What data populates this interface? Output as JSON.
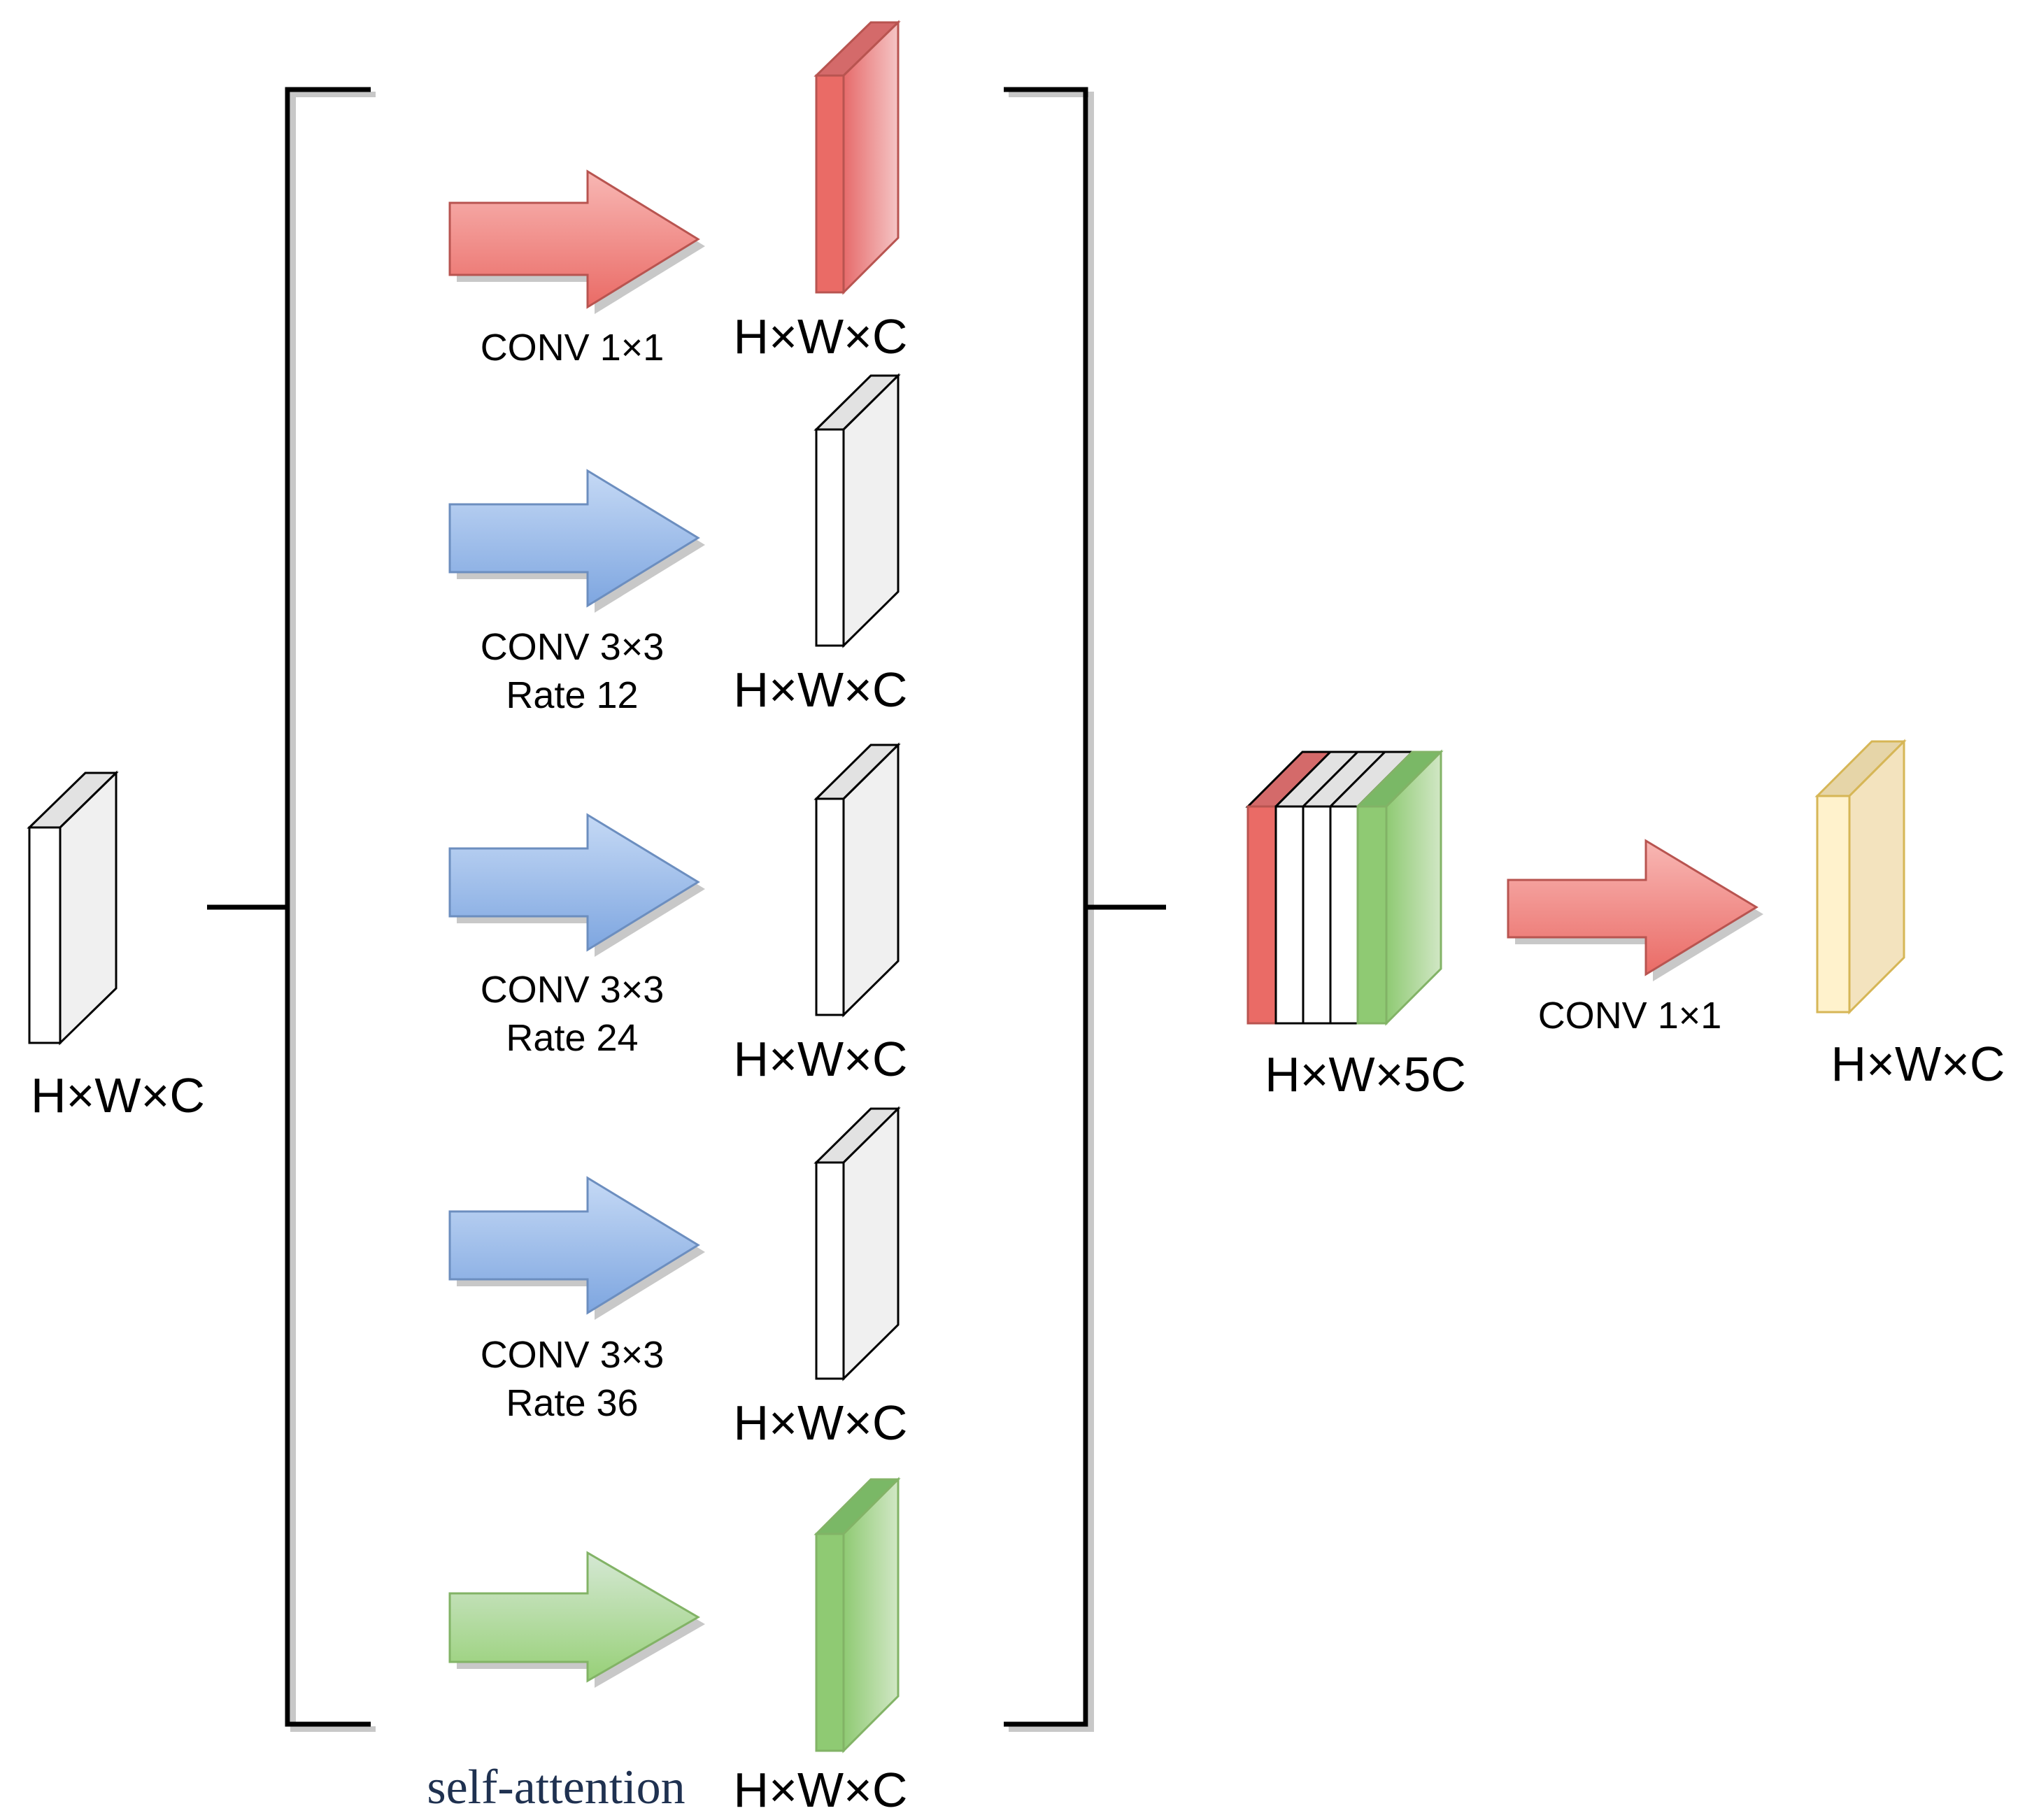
{
  "colors": {
    "red": {
      "front": "#ea6b66",
      "side_from": "#e66b6b",
      "side_to": "#f5c5c5",
      "top": "#d46a6a",
      "stroke": "#b85450",
      "arrow_from": "#f8b7b4",
      "arrow_to": "#ea6b66"
    },
    "blue": {
      "arrow_from": "#c5d9f5",
      "arrow_to": "#7ea6e0",
      "stroke": "#6c8ebf"
    },
    "green": {
      "front": "#8fca73",
      "side_from": "#8fca73",
      "side_to": "#d1e7c5",
      "top": "#7ab866",
      "stroke": "#82b366",
      "arrow_from": "#d5e8d4",
      "arrow_to": "#97d077"
    },
    "white": {
      "front": "#ffffff",
      "side": "#f0f0f0",
      "top": "#e2e2e2",
      "stroke": "#000000"
    },
    "yellow": {
      "front": "#fff2cc",
      "side": "#f3e3be",
      "top": "#e6d5a8",
      "stroke": "#d6b656"
    }
  },
  "input": {
    "label": "H×W×C"
  },
  "branches": [
    {
      "color": "red",
      "op_lines": [
        "CONV 1×1"
      ],
      "op_font": "sans",
      "output_label": "H×W×C"
    },
    {
      "color": "blue",
      "op_lines": [
        "CONV 3×3",
        "Rate 12"
      ],
      "op_font": "sans",
      "output_label": "H×W×C"
    },
    {
      "color": "blue",
      "op_lines": [
        "CONV 3×3",
        "Rate 24"
      ],
      "op_font": "sans",
      "output_label": "H×W×C"
    },
    {
      "color": "blue",
      "op_lines": [
        "CONV 3×3",
        "Rate 36"
      ],
      "op_font": "sans",
      "output_label": "H×W×C"
    },
    {
      "color": "green",
      "op_lines": [
        "self-attention"
      ],
      "op_font": "serif",
      "output_label": "H×W×C"
    }
  ],
  "concat": {
    "label": "H×W×5C"
  },
  "final_op": {
    "label": "CONV 1×1"
  },
  "output": {
    "label": "H×W×C"
  }
}
